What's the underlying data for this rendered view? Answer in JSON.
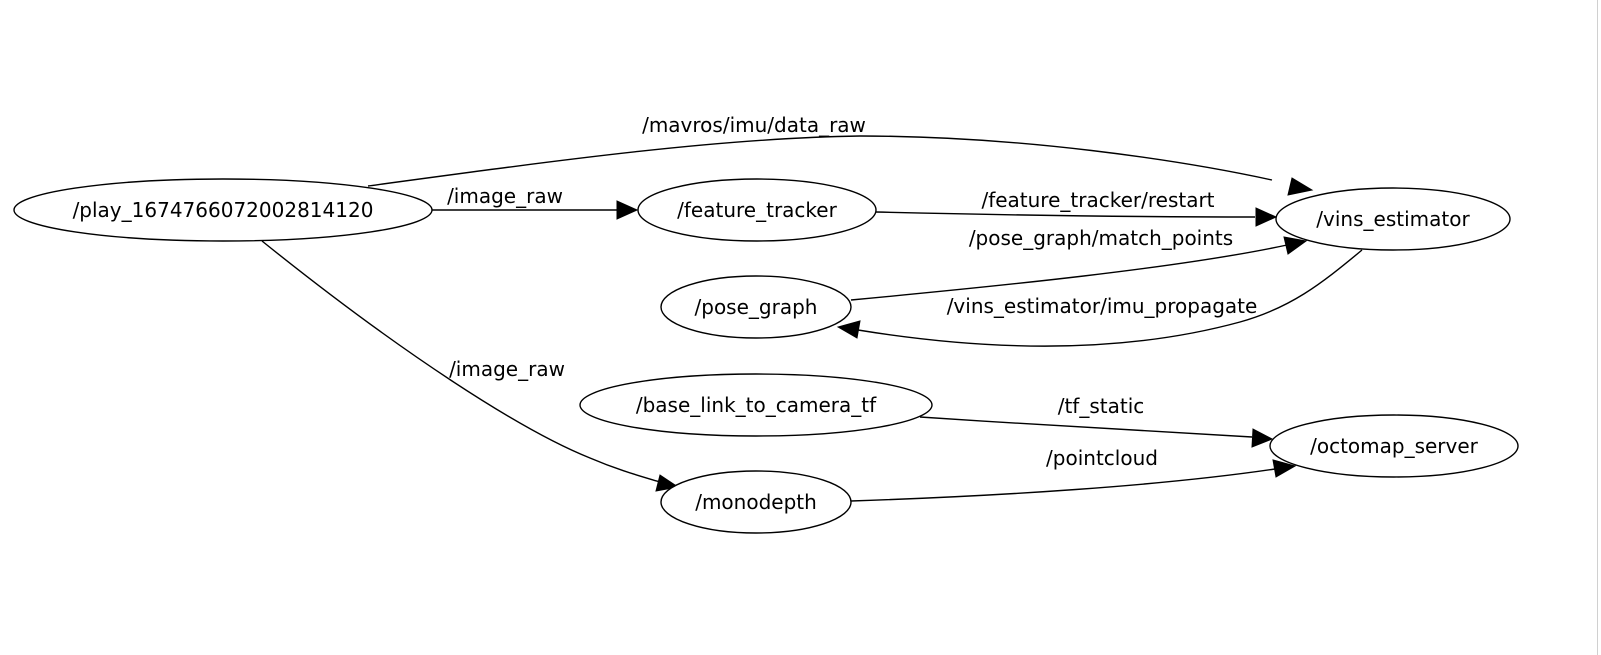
{
  "graph": {
    "nodes": [
      {
        "id": "play",
        "label": "/play_1674766072002814120"
      },
      {
        "id": "feature_tracker",
        "label": "/feature_tracker"
      },
      {
        "id": "vins_estimator",
        "label": "/vins_estimator"
      },
      {
        "id": "pose_graph",
        "label": "/pose_graph"
      },
      {
        "id": "base_link_to_camera_tf",
        "label": "/base_link_to_camera_tf"
      },
      {
        "id": "octomap_server",
        "label": "/octomap_server"
      },
      {
        "id": "monodepth",
        "label": "/monodepth"
      }
    ],
    "edges": [
      {
        "id": "e1",
        "from": "play",
        "to": "vins_estimator",
        "label": "/mavros/imu/data_raw"
      },
      {
        "id": "e2",
        "from": "play",
        "to": "feature_tracker",
        "label": "/image_raw"
      },
      {
        "id": "e3",
        "from": "feature_tracker",
        "to": "vins_estimator",
        "label": "/feature_tracker/restart"
      },
      {
        "id": "e4",
        "from": "pose_graph",
        "to": "vins_estimator",
        "label": "/pose_graph/match_points"
      },
      {
        "id": "e5",
        "from": "vins_estimator",
        "to": "pose_graph",
        "label": "/vins_estimator/imu_propagate"
      },
      {
        "id": "e6",
        "from": "play",
        "to": "monodepth",
        "label": "/image_raw"
      },
      {
        "id": "e7",
        "from": "base_link_to_camera_tf",
        "to": "octomap_server",
        "label": "/tf_static"
      },
      {
        "id": "e8",
        "from": "monodepth",
        "to": "octomap_server",
        "label": "/pointcloud"
      }
    ]
  }
}
